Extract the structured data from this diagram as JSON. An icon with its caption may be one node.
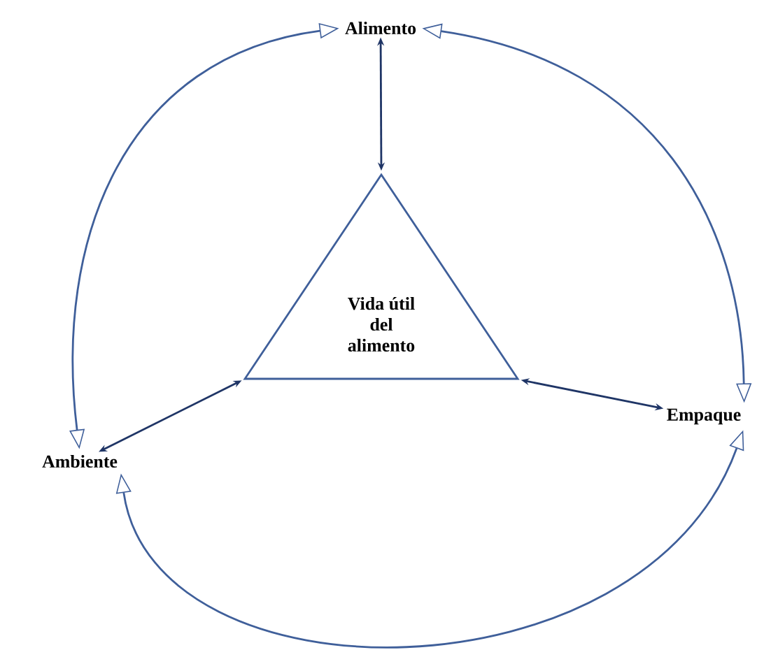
{
  "diagram": {
    "nodes": [
      {
        "text": [
          "Vida útil del alimento"
        ]
      },
      {
        "text": [
          "Alimento"
        ]
      },
      {
        "text": [
          "Ambiente"
        ]
      },
      {
        "text": [
          "Empaque"
        ]
      }
    ],
    "edges": [
      {
        "from": 0,
        "to": 1,
        "arrow": "both",
        "color": "#1f3566"
      },
      {
        "from": 0,
        "to": 2,
        "arrow": "both",
        "color": "#1f3566"
      },
      {
        "from": 0,
        "to": 3,
        "arrow": "both",
        "color": "#1f3566"
      },
      {
        "from": 2,
        "to": 1,
        "arrow": "both",
        "color": "#3f5f9a"
      },
      {
        "from": 3,
        "to": 1,
        "arrow": "both",
        "color": "#3f5f9a"
      },
      {
        "from": 2,
        "to": 3,
        "arrow": "both",
        "color": "#3f5f9a"
      }
    ]
  }
}
